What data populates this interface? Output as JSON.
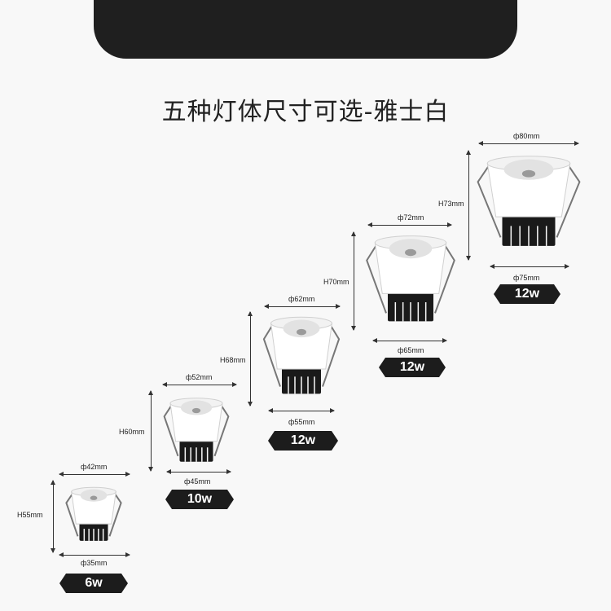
{
  "title": "五种灯体尺寸可选-雅士白",
  "colors": {
    "body": "#ffffff",
    "heatsink": "#1a1a1a",
    "badge": "#1c1c1c",
    "tab": "#1f1f1f"
  },
  "lamps": [
    {
      "top_diameter": "ф42mm",
      "height": "H55mm",
      "bottom_diameter": "ф35mm",
      "power": "6w"
    },
    {
      "top_diameter": "ф52mm",
      "height": "H60mm",
      "bottom_diameter": "ф45mm",
      "power": "10w"
    },
    {
      "top_diameter": "ф62mm",
      "height": "H68mm",
      "bottom_diameter": "ф55mm",
      "power": "12w"
    },
    {
      "top_diameter": "ф72mm",
      "height": "H70mm",
      "bottom_diameter": "ф65mm",
      "power": "12w"
    },
    {
      "top_diameter": "ф80mm",
      "height": "H73mm",
      "bottom_diameter": "ф75mm",
      "power": "12w"
    }
  ]
}
